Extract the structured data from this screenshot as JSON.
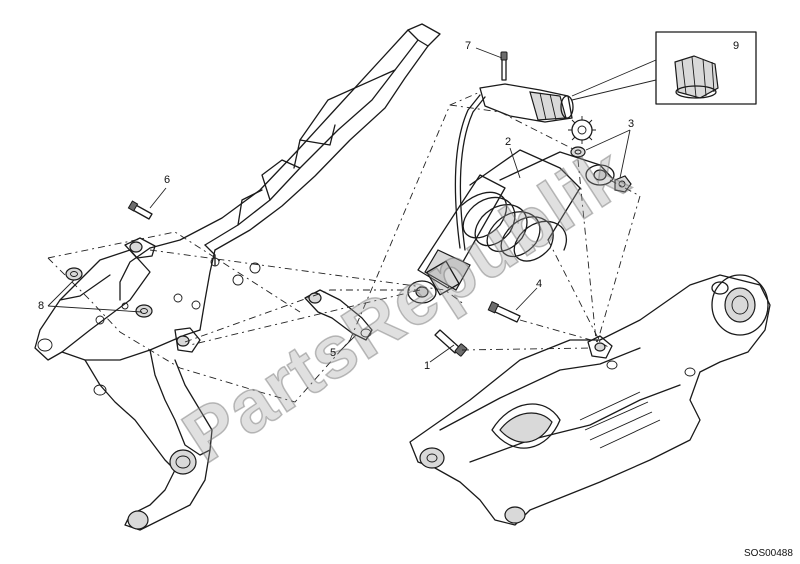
{
  "callouts": {
    "c1": "1",
    "c2": "2",
    "c3": "3",
    "c4": "4",
    "c5": "5",
    "c6": "6",
    "c7": "7",
    "c8": "8",
    "c9": "9"
  },
  "watermark": "PartsRepublik",
  "drawing_code": "SOS00488"
}
